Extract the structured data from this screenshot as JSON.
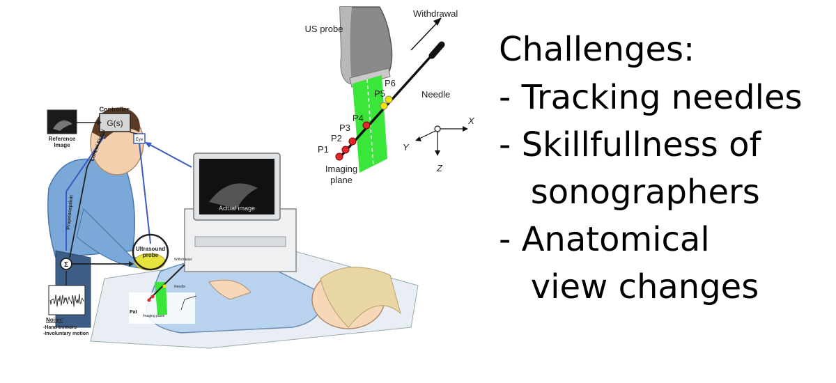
{
  "figure": {
    "controller_label": "Controller",
    "transfer_function": "G(s)",
    "reference_image_label": "Reference Image",
    "control_signal_label": "Control Signal",
    "eye_label": "Eye",
    "proprioception_label": "Proprioception",
    "sum_symbol": "Σ",
    "ultrasound_probe_label": "Ultrasound probe",
    "actual_image_label": "Actual image",
    "noise_title": "Noise:",
    "noise_items": [
      "-Hand tremors",
      "-Involuntary motion"
    ],
    "inset_withdrawal": "Withdrawal",
    "inset_needle": "Needle",
    "inset_imaging_plane": "Imaging plane",
    "inset_pat": "Pat"
  },
  "probe_diagram": {
    "us_probe_label": "US probe",
    "withdrawal_label": "Withdrawal",
    "needle_label": "Needle",
    "imaging_plane_label": [
      "Imaging",
      "plane"
    ],
    "points": [
      "P1",
      "P2",
      "P3",
      "P4",
      "P5",
      "P6"
    ],
    "axes": [
      "X",
      "Y",
      "Z"
    ]
  },
  "challenges": {
    "title": "Challenges:",
    "items": [
      "- Tracking needles",
      "- Skillfullness of",
      "   sonographers",
      "- Anatomical",
      "   view changes"
    ]
  },
  "colors": {
    "plane_green": "#39e639",
    "point_red": "#e0282d",
    "point_yellow": "#f2e600",
    "loop_blue": "#3a5bbf",
    "shirt_blue": "#7aa9d9"
  }
}
